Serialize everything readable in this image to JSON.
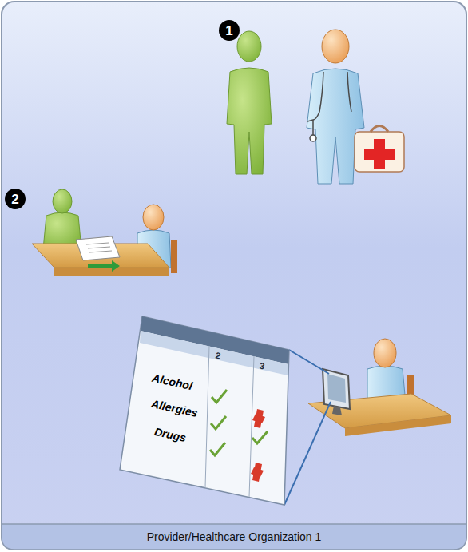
{
  "diagram": {
    "nodes": [
      {
        "text": [
          "Provider/Healthcare Organization 1"
        ]
      }
    ],
    "labels": [
      "1",
      "2",
      "2",
      "3",
      "Alcohol",
      "Allergies",
      "Drugs"
    ]
  }
}
